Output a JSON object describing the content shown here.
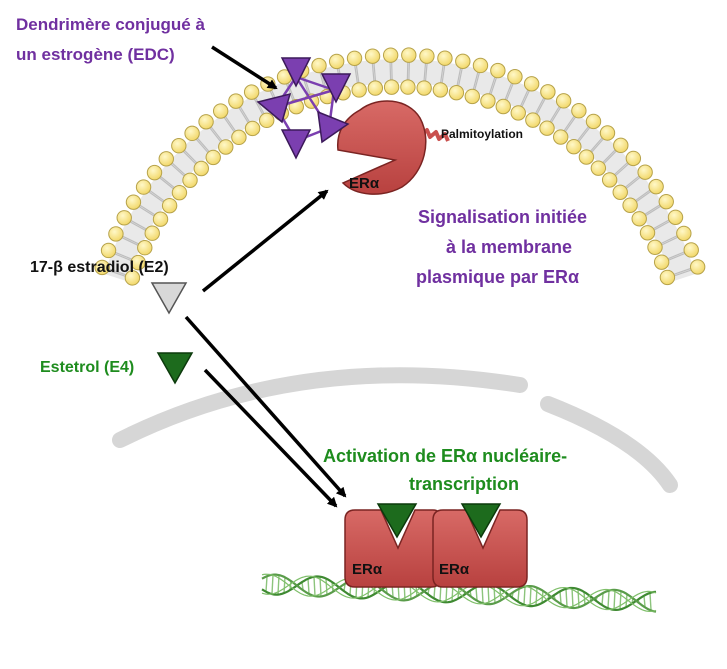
{
  "labels": {
    "edc_line1": "Dendrimère conjugué à",
    "edc_line2": "un estrogène (EDC)",
    "palmitoylation": "Palmitoylation",
    "membrane_signal_line1": "Signalisation initiée",
    "membrane_signal_line2": "à la membrane",
    "membrane_signal_line3_prefix": "plasmique par ER",
    "estradiol_prefix": "17-",
    "estradiol_suffix": " estradiol (E2)",
    "estetrol": "Estetrol (E4)",
    "nuclear_line1_prefix": "Activation de ER",
    "nuclear_line1_suffix": " nucléaire-",
    "nuclear_line2": "transcription",
    "receptor_prefix": "ER",
    "alpha": "α",
    "beta": "β"
  },
  "colors": {
    "membrane_head": "#f6e07a",
    "membrane_head_stroke": "#b6a24a",
    "receptor": "#c9504e",
    "receptor_stroke": "#7a2422",
    "edc_purple": "#7b3fb0",
    "e4_green": "#1d6b1d",
    "e2_gray": "#d8d8d8",
    "dna_green": "#5a9c4a",
    "nucleus_gray": "#d6d6d6",
    "text_purple": "#7030a0",
    "text_green": "#1e8c1e"
  }
}
